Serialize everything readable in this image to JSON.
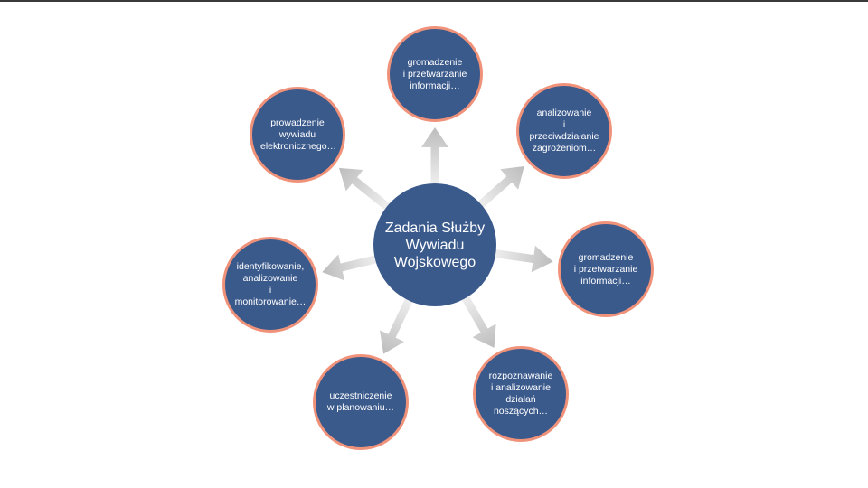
{
  "colors": {
    "node_fill": "#3b5a8c",
    "node_ring": "#f0927a",
    "arrow": "#c9c9c9",
    "text": "#ffffff"
  },
  "diagram": {
    "center": "Zadania Służby\nWywiadu\nWojskowego",
    "nodes": [
      "gromadzenie\ni przetwarzanie\ninformacji…",
      "analizowanie\ni przeciwdziałanie\nzagrożeniom…",
      "gromadzenie\ni przetwarzanie\ninformacji…",
      "rozpoznawanie\ni analizowanie\ndziałań\nnoszących…",
      "uczestniczenie\nw planowaniu…",
      "identyfikowanie,\nanalizowanie\ni monitorowanie…",
      "prowadzenie\nwywiadu\nelektronicznego…"
    ]
  }
}
